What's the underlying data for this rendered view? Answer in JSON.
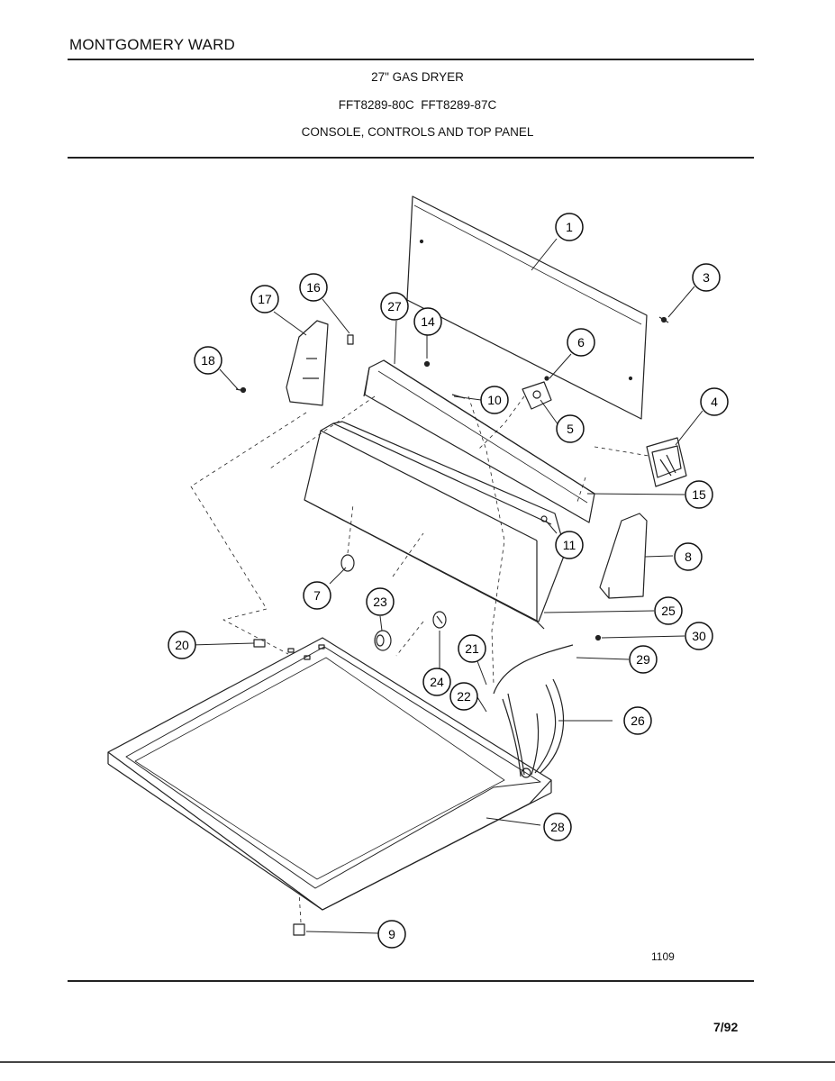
{
  "header": {
    "brand": "MONTGOMERY WARD",
    "product": "27\" GAS DRYER",
    "models": "FFT8289-80C  FFT8289-87C",
    "section": "CONSOLE, CONTROLS AND TOP PANEL"
  },
  "diagram": {
    "callouts": [
      "1",
      "3",
      "4",
      "5",
      "6",
      "7",
      "8",
      "9",
      "10",
      "11",
      "14",
      "15",
      "16",
      "17",
      "18",
      "20",
      "21",
      "22",
      "23",
      "24",
      "25",
      "26",
      "27",
      "28",
      "29",
      "30"
    ]
  },
  "footer": {
    "figure_number": "1109",
    "date_code": "7/92"
  }
}
